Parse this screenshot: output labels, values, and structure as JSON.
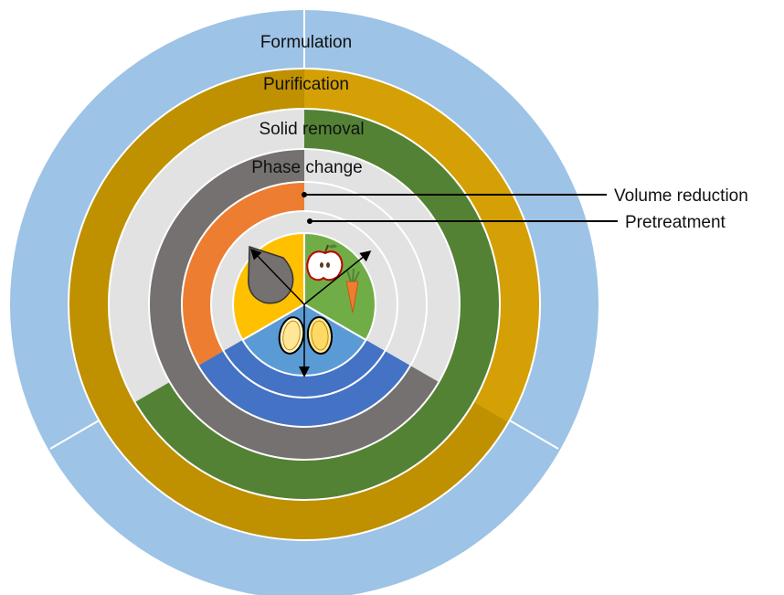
{
  "rings": {
    "formulation": {
      "label": "Formulation",
      "color": "#9dc3e6"
    },
    "purification": {
      "label": "Purification",
      "color_left": "#bf9000",
      "color_right": "#d4a006"
    },
    "solid_removal": {
      "label": "Solid removal",
      "color": "#e2e2e2",
      "color_green": "#548235"
    },
    "phase_change": {
      "label": "Phase change",
      "color": "#767171"
    },
    "volume_reduction": {
      "color": "#ed7d31"
    },
    "pretreatment": {
      "color": "#e2e2e2"
    }
  },
  "callouts": {
    "volume_reduction": "Volume reduction",
    "pretreatment": "Pretreatment"
  },
  "center_sectors": {
    "liquid": {
      "color": "#ffc000",
      "icon": "droplet-icon"
    },
    "fruit_vegetable": {
      "color": "#70ad47",
      "icon": "apple-carrot-icon"
    },
    "seeds": {
      "color": "#5b9bd5",
      "icon": "seed-icon"
    },
    "blue_band": "#4472c4"
  }
}
